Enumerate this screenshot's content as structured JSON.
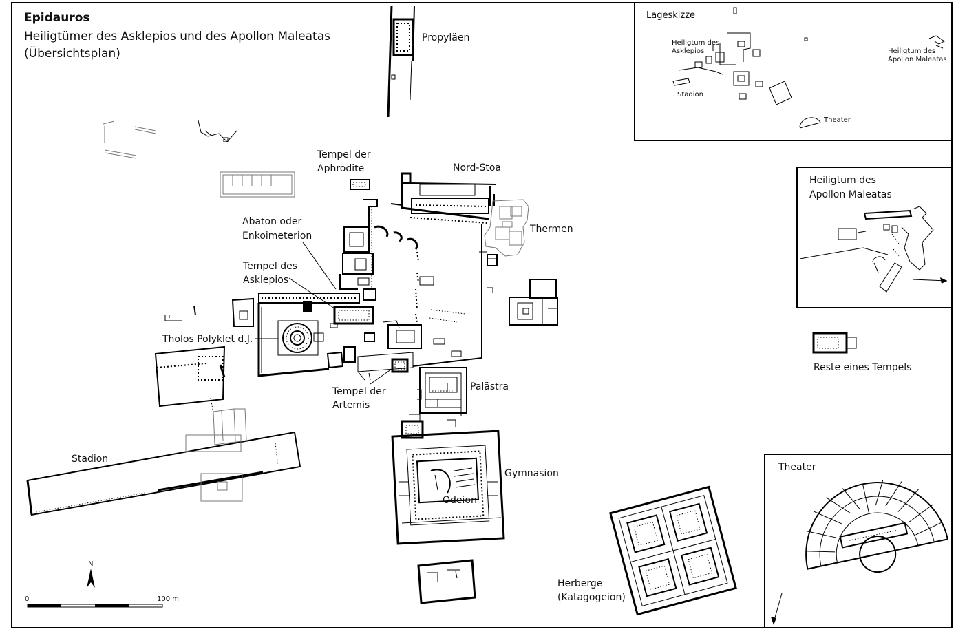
{
  "title": {
    "main": "Epidauros",
    "line1": "Heiligtümer des Asklepios und des Apollon Maleatas",
    "line2": "(Übersichtsplan)"
  },
  "labels": {
    "propylaeen": "Propyläen",
    "tempel_aphrodite_1": "Tempel der",
    "tempel_aphrodite_2": "Aphrodite",
    "nord_stoa": "Nord-Stoa",
    "thermen": "Thermen",
    "abaton_1": "Abaton oder",
    "abaton_2": "Enkoimeterion",
    "tempel_asklepios_1": "Tempel des",
    "tempel_asklepios_2": "Asklepios",
    "tholos": "Tholos Polyklet d.J.",
    "tempel_artemis_1": "Tempel der",
    "tempel_artemis_2": "Artemis",
    "palaestra": "Palästra",
    "stadion": "Stadion",
    "gymnasion": "Gymnasion",
    "odeion": "Odeion",
    "herberge_1": "Herberge",
    "herberge_2": "(Katagogeion)",
    "reste_tempel": "Reste eines Tempels"
  },
  "inset_lageskizze": {
    "title": "Lageskizze",
    "asklepios_1": "Heiligtum des",
    "asklepios_2": "Asklepios",
    "apollon_1": "Heiligtum des",
    "apollon_2": "Apollon Maleatas",
    "stadion": "Stadion",
    "theater": "Theater"
  },
  "inset_apollon": {
    "title_1": "Heiligtum des",
    "title_2": "Apollon Maleatas"
  },
  "inset_theater": {
    "title": "Theater"
  },
  "north_arrow": {
    "label": "N"
  },
  "scale_bar": {
    "start": "0",
    "end": "100 m"
  }
}
